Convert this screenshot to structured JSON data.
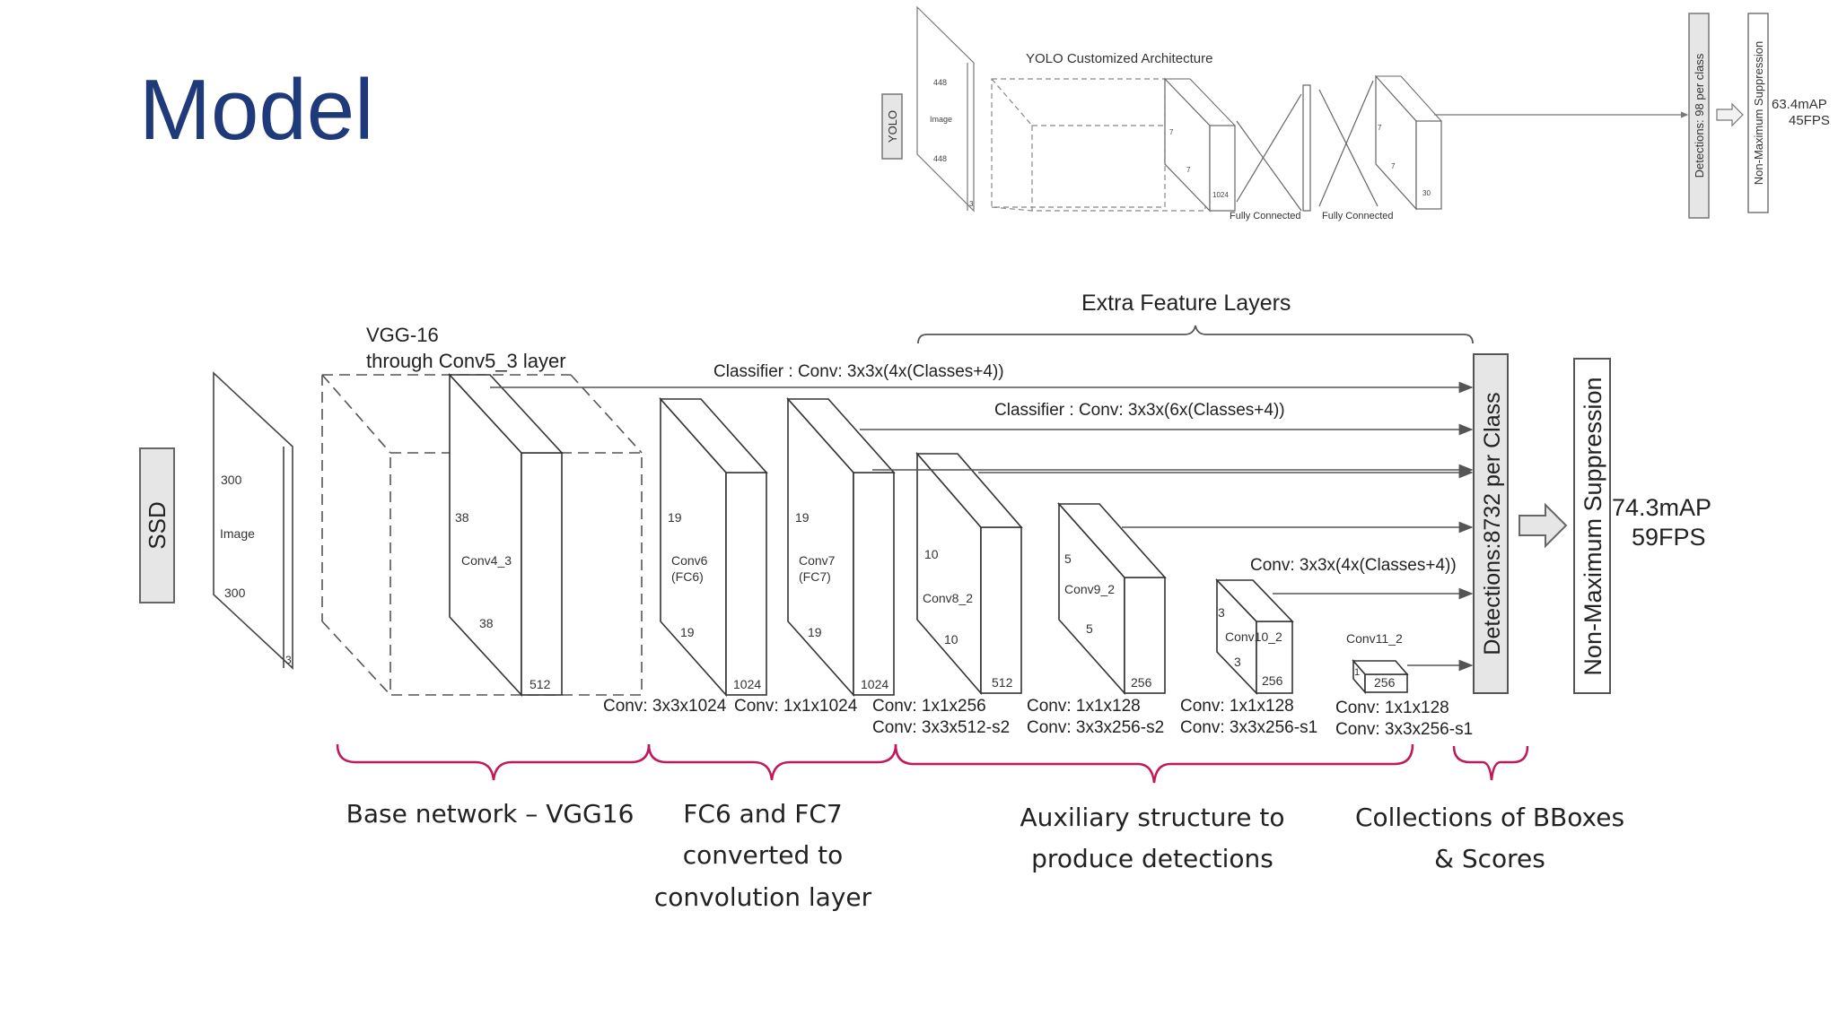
{
  "slide": {
    "title": "Model"
  },
  "yolo": {
    "side_label": "YOLO",
    "title": "YOLO Customized Architecture",
    "input": {
      "d1": "448",
      "name": "Image",
      "d2": "448",
      "channels": "3"
    },
    "block": {
      "d1": "7",
      "d2": "7",
      "channels": "1024"
    },
    "output": {
      "d1": "7",
      "d2": "7",
      "channels": "30"
    },
    "fc1": "Fully Connected",
    "fc2": "Fully Connected",
    "detections": "Detections: 98 per class",
    "nms": "Non-Maximum Suppression",
    "map": "63.4mAP",
    "fps": "45FPS"
  },
  "ssd": {
    "side_label": "SSD",
    "vgg_line1": "VGG-16",
    "vgg_line2": "through Conv5_3 layer",
    "extra_label": "Extra Feature Layers",
    "classifier1": "Classifier : Conv: 3x3x(4x(Classes+4))",
    "classifier2": "Classifier : Conv: 3x3x(6x(Classes+4))",
    "classifier3": "Conv: 3x3x(4x(Classes+4))",
    "image": {
      "d1": "300",
      "name": "Image",
      "d2": "300",
      "channels": "3"
    },
    "conv4_3": {
      "d1": "38",
      "name": "Conv4_3",
      "d2": "38",
      "channels": "512"
    },
    "conv6": {
      "d1": "19",
      "name1": "Conv6",
      "name2": "(FC6)",
      "d2": "19",
      "channels": "1024",
      "op": "Conv: 3x3x1024"
    },
    "conv7": {
      "d1": "19",
      "name1": "Conv7",
      "name2": "(FC7)",
      "d2": "19",
      "channels": "1024",
      "op": "Conv: 1x1x1024"
    },
    "conv8_2": {
      "d1": "10",
      "name": "Conv8_2",
      "d2": "10",
      "channels": "512",
      "op1": "Conv:  1x1x256",
      "op2": "Conv:  3x3x512-s2"
    },
    "conv9_2": {
      "d1": "5",
      "name": "Conv9_2",
      "d2": "5",
      "channels": "256",
      "op1": "Conv: 1x1x128",
      "op2": "Conv: 3x3x256-s2"
    },
    "conv10_2": {
      "d1": "3",
      "name": "Conv10_2",
      "d2": "3",
      "channels": "256",
      "op1": "Conv: 1x1x128",
      "op2": "Conv: 3x3x256-s1"
    },
    "conv11_2": {
      "d1": "1",
      "name": "Conv11_2",
      "channels": "256",
      "op1": "Conv: 1x1x128",
      "op2": "Conv: 3x3x256-s1"
    },
    "detections": "Detections:8732  per Class",
    "nms": "Non-Maximum Suppression",
    "map": "74.3mAP",
    "fps": "59FPS"
  },
  "annotations": {
    "base_network": "Base network – VGG16",
    "fc_line1": "FC6 and FC7",
    "fc_line2": "converted to",
    "fc_line3": "convolution layer",
    "aux_line1": "Auxiliary structure to",
    "aux_line2": "produce detections",
    "coll_line1": "Collections of BBoxes",
    "coll_line2": "& Scores"
  },
  "colors": {
    "title": "#1f3a7a",
    "brace": "#c0185a",
    "box_fill": "#e6e6e6",
    "line": "#555555"
  }
}
